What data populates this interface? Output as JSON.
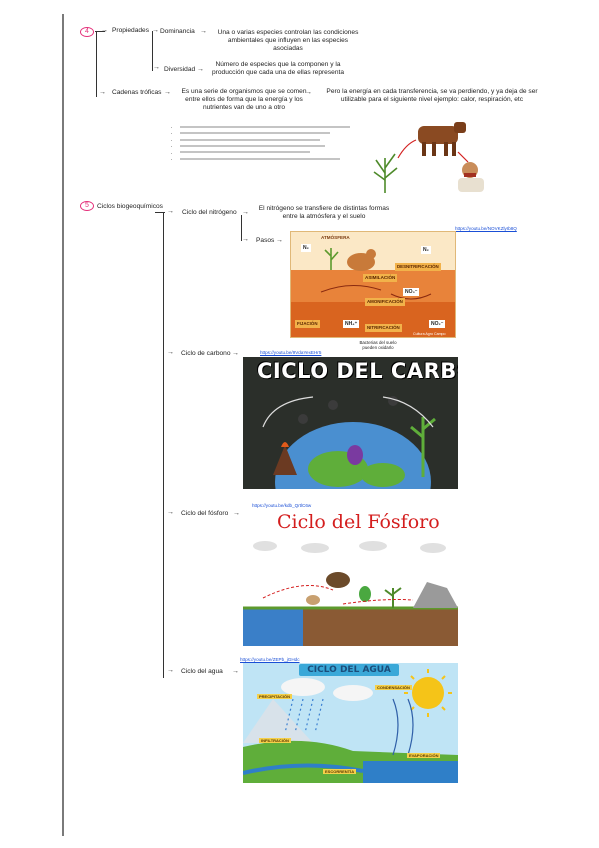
{
  "section4": {
    "number": "4",
    "propiedades": "Propiedades",
    "dominancia": "Dominancia",
    "dominancia_def": "Una o varias especies controlan las condiciones ambientales que influyen en las especies asociadas",
    "diversidad": "Diversidad",
    "diversidad_def": "Número de especies que la componen y la producción que cada una de ellas representa",
    "cadenas": "Cadenas tróficas",
    "cadenas_def": "Es una serie de organismos que se comen entre ellos de forma que la energía y los nutrientes van de uno a otro",
    "energia": "Pero la energía en cada transferencia, se va perdiendo, y ya deja de ser utilizable para el siguiente nivel ejemplo: calor, respiración, etc"
  },
  "section5": {
    "number": "5",
    "title": "Ciclos biogeoquímicos",
    "nitrogeno": {
      "label": "Ciclo del nitrógeno",
      "def": "El nitrógeno se transfiere de distintas formas entre la atmósfera y el suelo",
      "pasos": "Pasos",
      "link": "https://youtu.be/NOVKZlyIb8Q",
      "diagram": {
        "atmosfera": "ATMÓSFERA",
        "n2": "N₂",
        "asimilacion": "ASIMILACIÓN",
        "desnitrificacion": "DESNITRIFICACIÓN",
        "amonificacion": "AMONIFICACIÓN",
        "nitrificacion": "NITRIFICACIÓN",
        "fijacion": "FIJACIÓN",
        "no3": "NO₃⁻",
        "no2": "NO₂⁻",
        "nh4": "NH₄⁺",
        "credit": "Cultura Agro Campo"
      },
      "caption": "Bacterias del suelo pueden oxidarlo"
    },
    "carbono": {
      "label": "Ciclo de carbono",
      "link": "https://youtu.be/9VdaYexEHr5",
      "poster_title": "CICLO DEL CARBONO"
    },
    "fosforo": {
      "label": "Ciclo del fósforo",
      "link": "https://youtu.be/kdb_QrtlC6w",
      "poster_title": "Ciclo del Fósforo"
    },
    "agua": {
      "label": "Ciclo del agua",
      "link": "https://youtu.be/ZEPb_jGHdc",
      "poster_title": "CICLO DEL AGUA",
      "stages": [
        "PRECIPITACIÓN",
        "CONDENSACIÓN",
        "INFILTRACIÓN",
        "EVAPORACIÓN",
        "ESCORRENTÍA"
      ]
    }
  },
  "colors": {
    "accent_pink": "#e4307a",
    "link_blue": "#1a4fd6",
    "carbon_bg": "#2b2f2a",
    "water_sky": "#bfe4f5",
    "nitrogen_bg": "#f6d9a6"
  }
}
